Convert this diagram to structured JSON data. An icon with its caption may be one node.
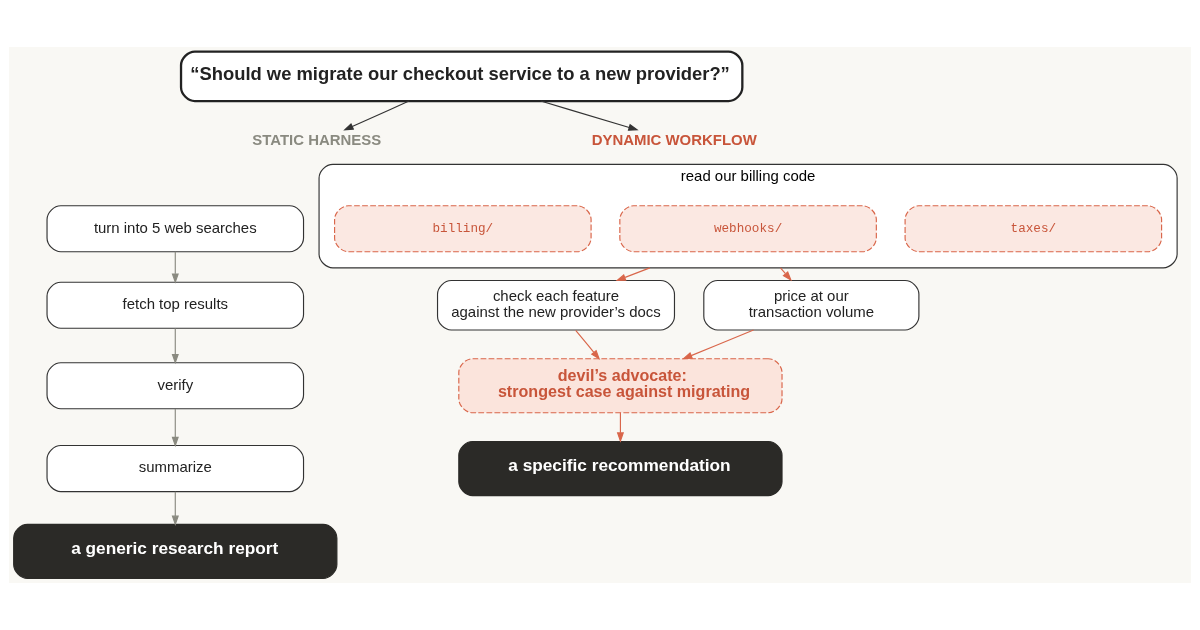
{
  "diagram": {
    "nodes": [
      {
        "text": [
          "“Should we migrate our checkout service to a new provider?”"
        ]
      },
      {
        "text": [
          "STATIC HARNESS"
        ]
      },
      {
        "text": [
          "turn into 5 web searches"
        ]
      },
      {
        "text": [
          "fetch top results"
        ]
      },
      {
        "text": [
          "verify"
        ]
      },
      {
        "text": [
          "summarize"
        ]
      },
      {
        "text": [
          "a generic research report"
        ]
      },
      {
        "text": [
          "DYNAMIC WORKFLOW"
        ]
      },
      {
        "text": [
          "read our billing code"
        ]
      },
      {
        "text": [
          "billing/"
        ],
        "in": 8
      },
      {
        "text": [
          "webhooks/"
        ],
        "in": 8
      },
      {
        "text": [
          "taxes/"
        ],
        "in": 8
      },
      {
        "text": [
          "check each feature against the new provider’s docs"
        ]
      },
      {
        "text": [
          "price at our transaction volume"
        ]
      },
      {
        "text": [
          "devil’s advocate: strongest case against migrating"
        ]
      },
      {
        "text": [
          "a specific recommendation"
        ]
      }
    ],
    "edges": [
      {
        "from": 0,
        "to": 1,
        "arrow": "to",
        "color": "#333333"
      },
      {
        "from": 0,
        "to": 7,
        "arrow": "to",
        "color": "#333333"
      },
      {
        "from": 2,
        "to": 3,
        "arrow": "to",
        "color": "#8a8a80"
      },
      {
        "from": 3,
        "to": 4,
        "arrow": "to",
        "color": "#8a8a80"
      },
      {
        "from": 4,
        "to": 5,
        "arrow": "to",
        "color": "#8a8a80"
      },
      {
        "from": 5,
        "to": 6,
        "arrow": "to",
        "color": "#8a8a80"
      },
      {
        "from": 8,
        "to": 12,
        "arrow": "to",
        "color": "#d9664a"
      },
      {
        "from": 8,
        "to": 13,
        "arrow": "to",
        "color": "#d9664a"
      },
      {
        "from": 12,
        "to": 14,
        "arrow": "to",
        "color": "#d9664a"
      },
      {
        "from": 13,
        "to": 14,
        "arrow": "to",
        "color": "#d9664a"
      },
      {
        "from": 14,
        "to": 15,
        "arrow": "to",
        "color": "#d9664a"
      }
    ]
  }
}
